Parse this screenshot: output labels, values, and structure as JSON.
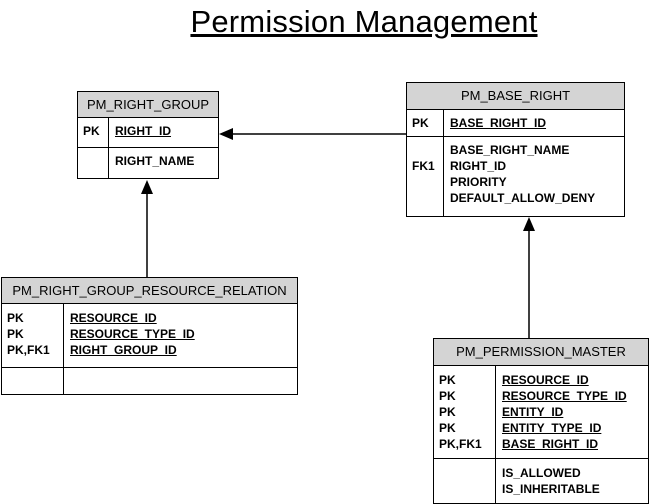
{
  "title": "Permission Management",
  "entities": {
    "right_group": {
      "name": "PM_RIGHT_GROUP",
      "pk_key": "PK",
      "pk_field": "RIGHT_ID",
      "attr": "RIGHT_NAME"
    },
    "base_right": {
      "name": "PM_BASE_RIGHT",
      "pk_key": "PK",
      "pk_field": "BASE_RIGHT_ID",
      "fk_key": "FK1",
      "attrs": [
        "BASE_RIGHT_NAME",
        "RIGHT_ID",
        "PRIORITY",
        "DEFAULT_ALLOW_DENY"
      ]
    },
    "resource_relation": {
      "name": "PM_RIGHT_GROUP_RESOURCE_RELATION",
      "keys": [
        "PK",
        "PK",
        "PK,FK1"
      ],
      "fields": [
        "RESOURCE_ID",
        "RESOURCE_TYPE_ID",
        "RIGHT_GROUP_ID"
      ]
    },
    "permission_master": {
      "name": "PM_PERMISSION_MASTER",
      "keys": [
        "PK",
        "PK",
        "PK",
        "PK",
        "PK,FK1"
      ],
      "fields": [
        "RESOURCE_ID",
        "RESOURCE_TYPE_ID",
        "ENTITY_ID",
        "ENTITY_TYPE_ID",
        "BASE_RIGHT_ID"
      ],
      "attrs": [
        "IS_ALLOWED",
        "IS_INHERITABLE"
      ]
    }
  }
}
